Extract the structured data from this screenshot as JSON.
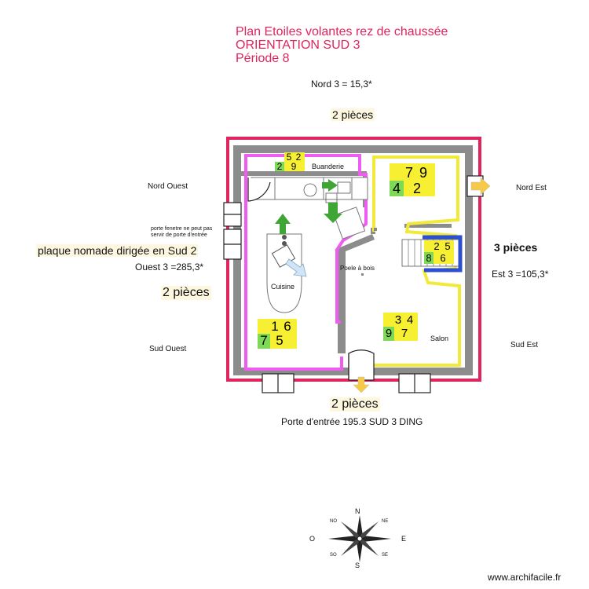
{
  "title": {
    "line1": "Plan Etoiles volantes rez de chaussée",
    "line2": "ORIENTATION SUD 3",
    "line3": "Période 8"
  },
  "labels": {
    "nord": "Nord 3 = 15,3*",
    "pieces_top": "2 pièces",
    "nord_ouest": "Nord Ouest",
    "nord_est": "Nord Est",
    "porte_fenetre": "porte fenetre ne peut pas servir de porte d'entrée",
    "plaque": "plaque nomade dirigée en Sud 2",
    "ouest": "Ouest 3 =285,3*",
    "pieces_left": "2 pièces",
    "pieces_right": "3 pièces",
    "est": "Est 3 =105,3*",
    "sud_ouest": "Sud Ouest",
    "sud_est": "Sud Est",
    "pieces_bottom": "2 pièces",
    "porte_entree": "Porte d'entrée 195.3  SUD 3 DING",
    "watermark": "www.archifacile.fr"
  },
  "rooms": {
    "buanderie": "Buanderie",
    "cuisine": "Cuisine",
    "salon": "Salon",
    "poele": "Poele à bois"
  },
  "stars": {
    "buanderie": {
      "a": "5",
      "b": "2",
      "c": "2",
      "d": "9"
    },
    "nord_est": {
      "a": "7",
      "b": "9",
      "c": "4",
      "d": "2"
    },
    "escalier": {
      "a": "2",
      "b": "5",
      "c": "8",
      "d": "6"
    },
    "cuisine": {
      "a": "1",
      "b": "6",
      "c": "7",
      "d": "5"
    },
    "salon": {
      "a": "3",
      "b": "4",
      "c": "9",
      "d": "7"
    }
  },
  "compass": {
    "n": "N",
    "s": "S",
    "e": "E",
    "o": "O",
    "ne": "NE",
    "no": "NO",
    "se": "SE",
    "so": "SO"
  },
  "colors": {
    "wall": "#8c8c8c",
    "pink_border": "#e0245e",
    "magenta_line": "#ee5cf0",
    "yellow_line": "#f2ea3a",
    "arrow_green": "#3fa535",
    "arrow_orange": "#f7c948",
    "stair_blue": "#2c4fcf"
  }
}
